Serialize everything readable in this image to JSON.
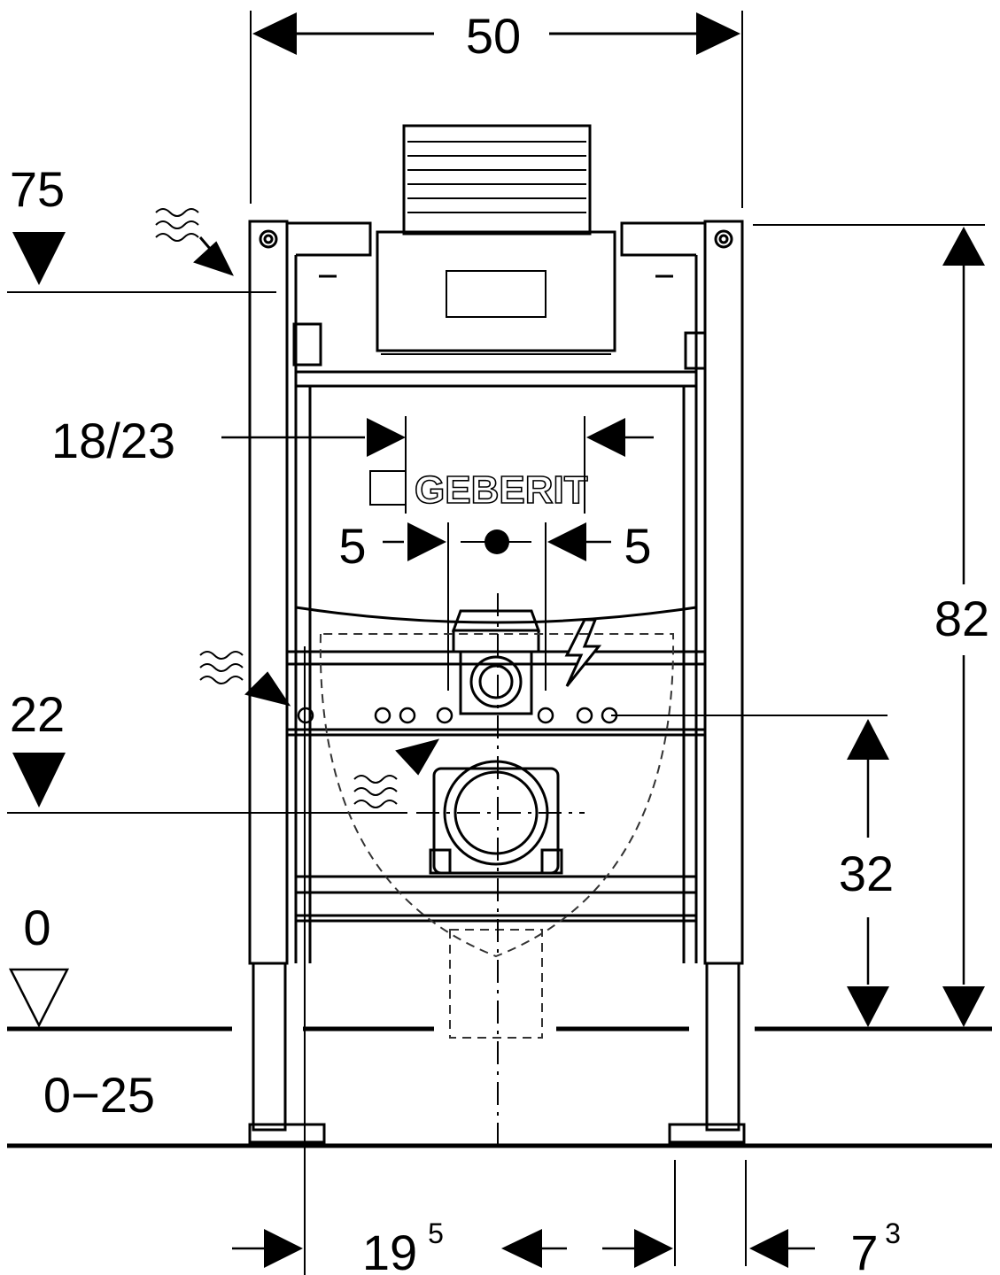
{
  "brand": "GEBERIT",
  "dimensions": {
    "frame_width": "50",
    "flush_height": "75",
    "left_offset": "18/23",
    "supply_left": "5",
    "supply_right": "5",
    "total_height": "82",
    "outlet_height": "22",
    "outlet_to_floor": "32",
    "floor_zero": "0",
    "adjust_range": "0−25",
    "side_offset_base": "19",
    "side_offset_sup": "5",
    "right_offset_base": "7",
    "right_offset_sup": "3"
  },
  "colors": {
    "line": "#000000",
    "background": "#ffffff",
    "dashed": "#333333"
  }
}
